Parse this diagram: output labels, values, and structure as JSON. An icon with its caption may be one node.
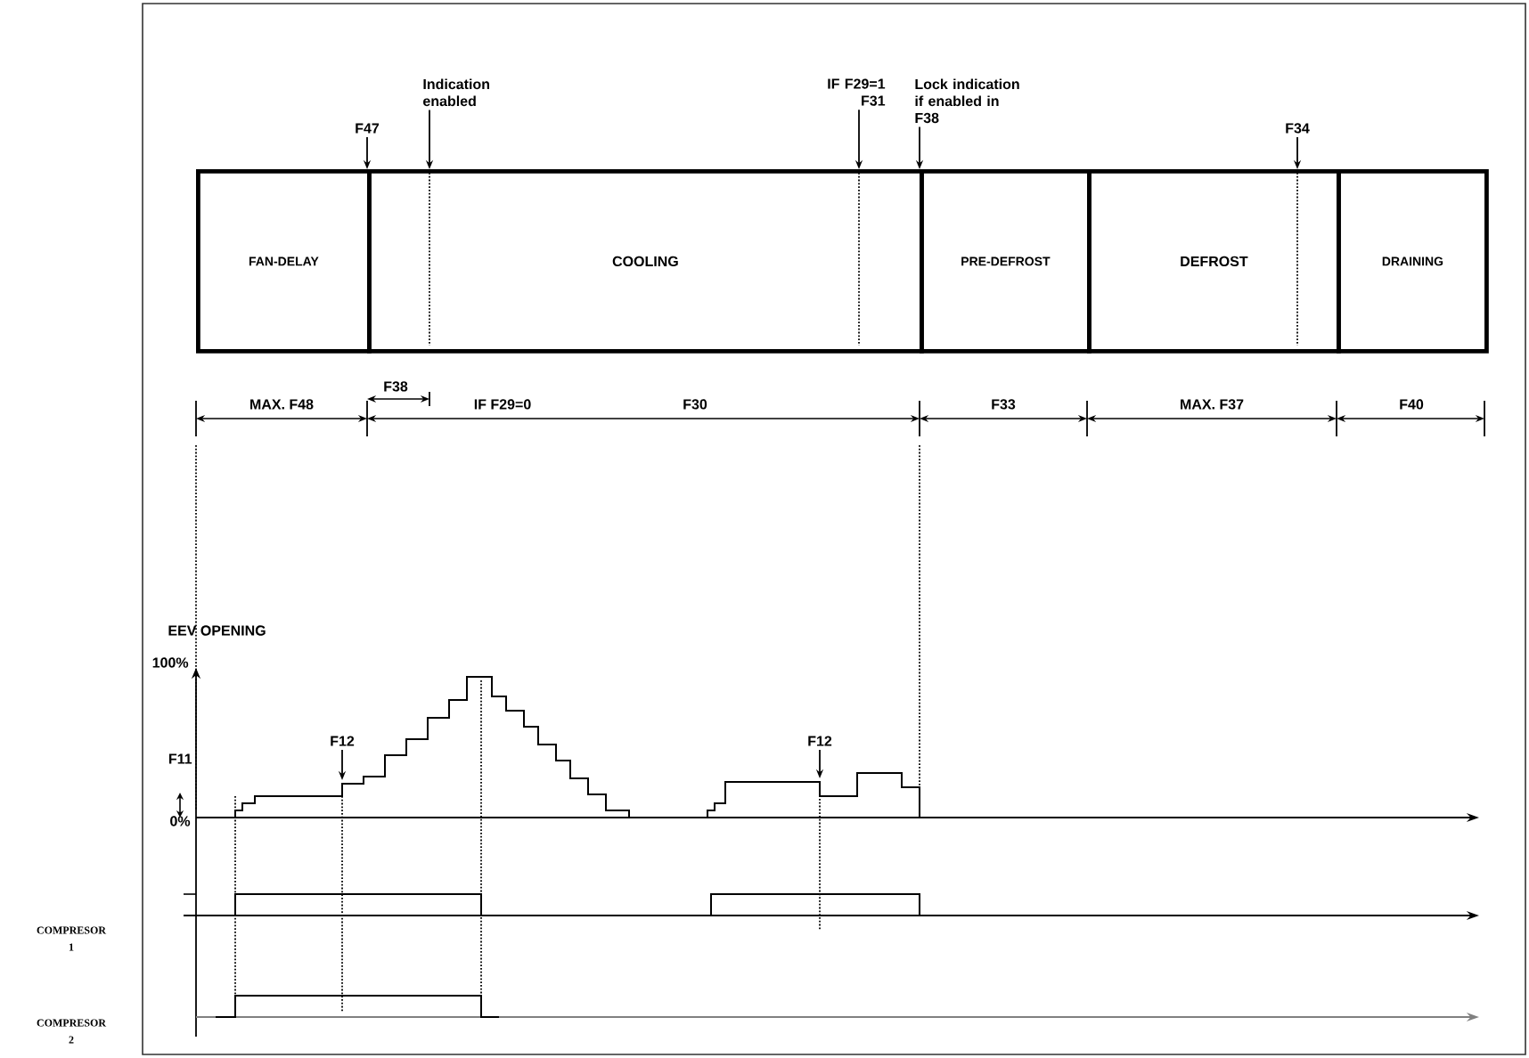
{
  "diagram": {
    "nodes": [
      {
        "text": [
          "Indication enabled"
        ]
      },
      {
        "text": [
          "IF F29=1 F31"
        ]
      },
      {
        "text": [
          "Lock indication if enabled in F38"
        ]
      },
      {
        "text": [
          "F47"
        ]
      },
      {
        "text": [
          "F34"
        ]
      },
      {
        "text": [
          "FAN-DELAY"
        ]
      },
      {
        "text": [
          "COOLING"
        ]
      },
      {
        "text": [
          "PRE-DEFROST"
        ]
      },
      {
        "text": [
          "DEFROST"
        ]
      },
      {
        "text": [
          "DRAINING"
        ]
      }
    ],
    "edges": [
      {
        "from": 0,
        "to": 6,
        "arrow": "to"
      },
      {
        "from": 1,
        "to": 6,
        "arrow": "to"
      },
      {
        "from": 2,
        "to": 7,
        "arrow": "to"
      },
      {
        "from": 3,
        "to": 6,
        "arrow": "to"
      },
      {
        "from": 4,
        "to": 8,
        "arrow": "to"
      }
    ],
    "labels": [
      "F38",
      "MAX. F48",
      "IF F29=0",
      "F30",
      "F33",
      "MAX. F37",
      "F40",
      "EEV OPENING",
      "100%",
      "F12",
      "F12",
      "F11",
      "0%",
      "COMPRESOR 1",
      "COMPRESOR 2"
    ]
  }
}
